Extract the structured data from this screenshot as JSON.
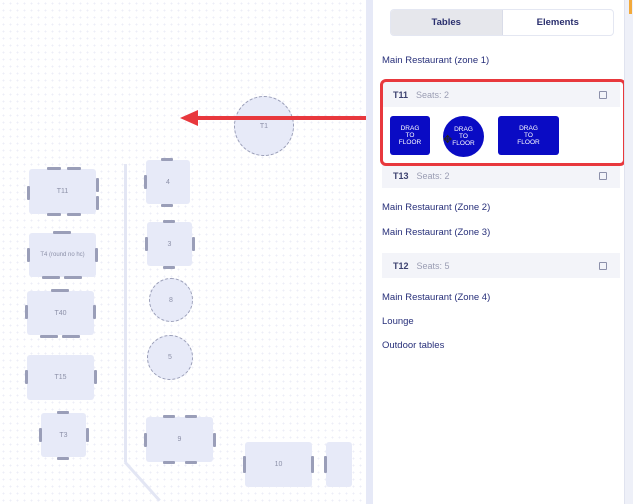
{
  "canvas": {
    "tables": [
      {
        "id": "T1",
        "label": "T1",
        "shape": "round"
      },
      {
        "id": "T11",
        "label": "T11",
        "shape": "rect"
      },
      {
        "id": "T4",
        "label": "T4 (round no hc)",
        "shape": "rect"
      },
      {
        "id": "T40",
        "label": "T40",
        "shape": "rect"
      },
      {
        "id": "T15",
        "label": "T15",
        "shape": "rect"
      },
      {
        "id": "T3",
        "label": "T3",
        "shape": "rect"
      },
      {
        "id": "4",
        "label": "4",
        "shape": "rect"
      },
      {
        "id": "3",
        "label": "3",
        "shape": "rect"
      },
      {
        "id": "8",
        "label": "8",
        "shape": "round"
      },
      {
        "id": "5",
        "label": "5",
        "shape": "round"
      },
      {
        "id": "9",
        "label": "9",
        "shape": "rect"
      },
      {
        "id": "10",
        "label": "10",
        "shape": "rect"
      },
      {
        "id": "unnamed",
        "label": "",
        "shape": "rect"
      }
    ],
    "annotation_arrow_color": "#e8383d"
  },
  "panel": {
    "tabs": [
      {
        "label": "Tables",
        "active": true
      },
      {
        "label": "Elements",
        "active": false
      }
    ],
    "zones": [
      {
        "label": "Main Restaurant (zone 1)"
      },
      {
        "label": "Main Restaurant (Zone 2)"
      },
      {
        "label": "Main Restaurant (Zone 3)"
      },
      {
        "label": "Main Restaurant (Zone 4)"
      },
      {
        "label": "Lounge"
      },
      {
        "label": "Outdoor tables"
      }
    ],
    "table_rows": [
      {
        "name": "T11",
        "seats": "Seats: 2",
        "expanded": true
      },
      {
        "name": "T13",
        "seats": "Seats: 2",
        "expanded": false
      },
      {
        "name": "T12",
        "seats": "Seats: 5",
        "expanded": false
      }
    ],
    "drag_shapes": [
      {
        "label": "DRAG\nTO\nFLOOR",
        "shape": "square"
      },
      {
        "label": "DRAG\nTO\nFLOOR",
        "shape": "round"
      },
      {
        "label": "DRAG\nTO\nFLOOR",
        "shape": "wide"
      }
    ],
    "colors": {
      "accent": "#0a0bc4",
      "highlight": "#e8383d",
      "zone_text": "#28307a"
    }
  }
}
